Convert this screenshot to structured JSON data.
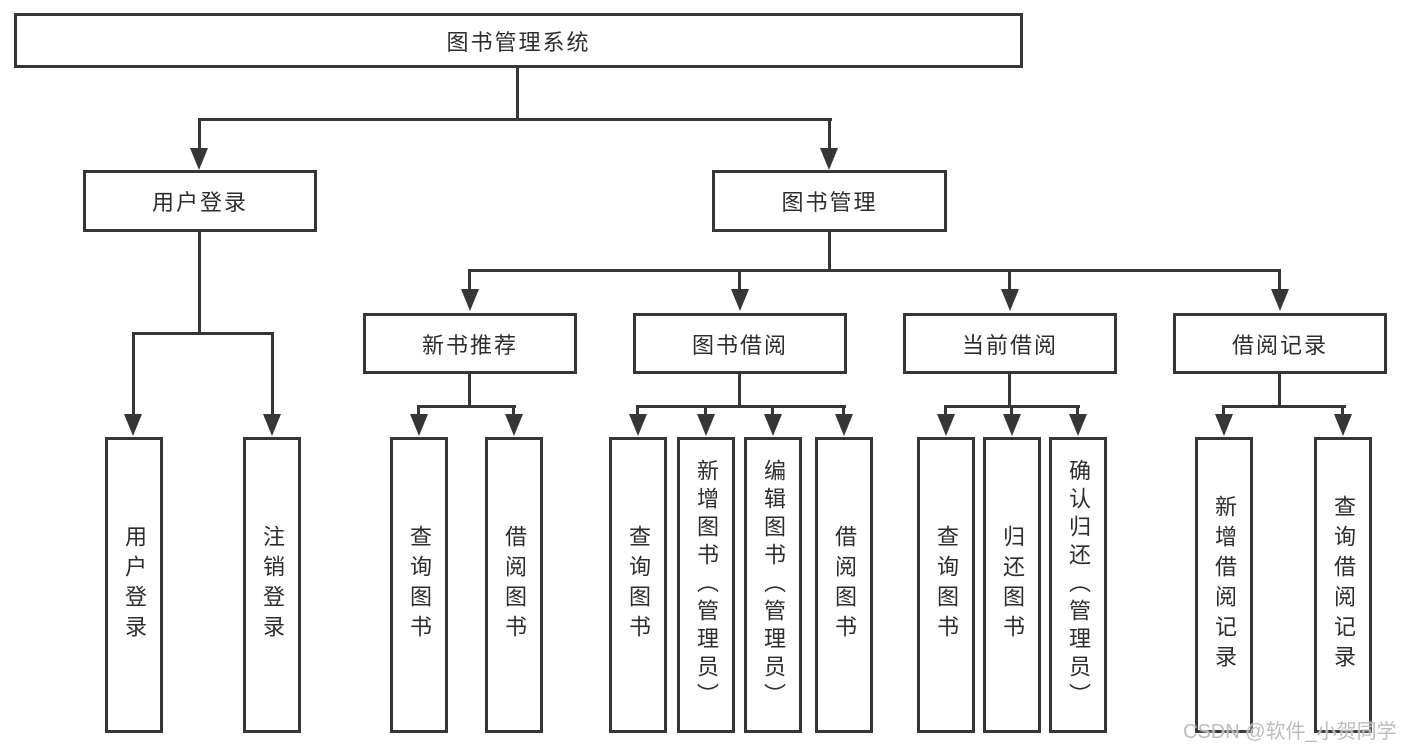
{
  "colors": {
    "line": "#363636",
    "text": "#2d2d2d",
    "background": "#ffffff",
    "watermark": "#bdbdbd"
  },
  "watermark": "CSDN @软件_小贺同学",
  "tree": {
    "root": {
      "label": "图书管理系统"
    },
    "user": {
      "label": "用户登录",
      "children": [
        {
          "label": "用户登录"
        },
        {
          "label": "注销登录"
        }
      ]
    },
    "mgmt": {
      "label": "图书管理",
      "groups": [
        {
          "label": "新书推荐",
          "children": [
            {
              "label": "查询图书"
            },
            {
              "label": "借阅图书"
            }
          ]
        },
        {
          "label": "图书借阅",
          "children": [
            {
              "label": "查询图书"
            },
            {
              "label": "新增图书（管理员）"
            },
            {
              "label": "编辑图书（管理员）"
            },
            {
              "label": "借阅图书"
            }
          ]
        },
        {
          "label": "当前借阅",
          "children": [
            {
              "label": "查询图书"
            },
            {
              "label": "归还图书"
            },
            {
              "label": "确认归还（管理员）"
            }
          ]
        },
        {
          "label": "借阅记录",
          "children": [
            {
              "label": "新增借阅记录"
            },
            {
              "label": "查询借阅记录"
            }
          ]
        }
      ]
    }
  }
}
